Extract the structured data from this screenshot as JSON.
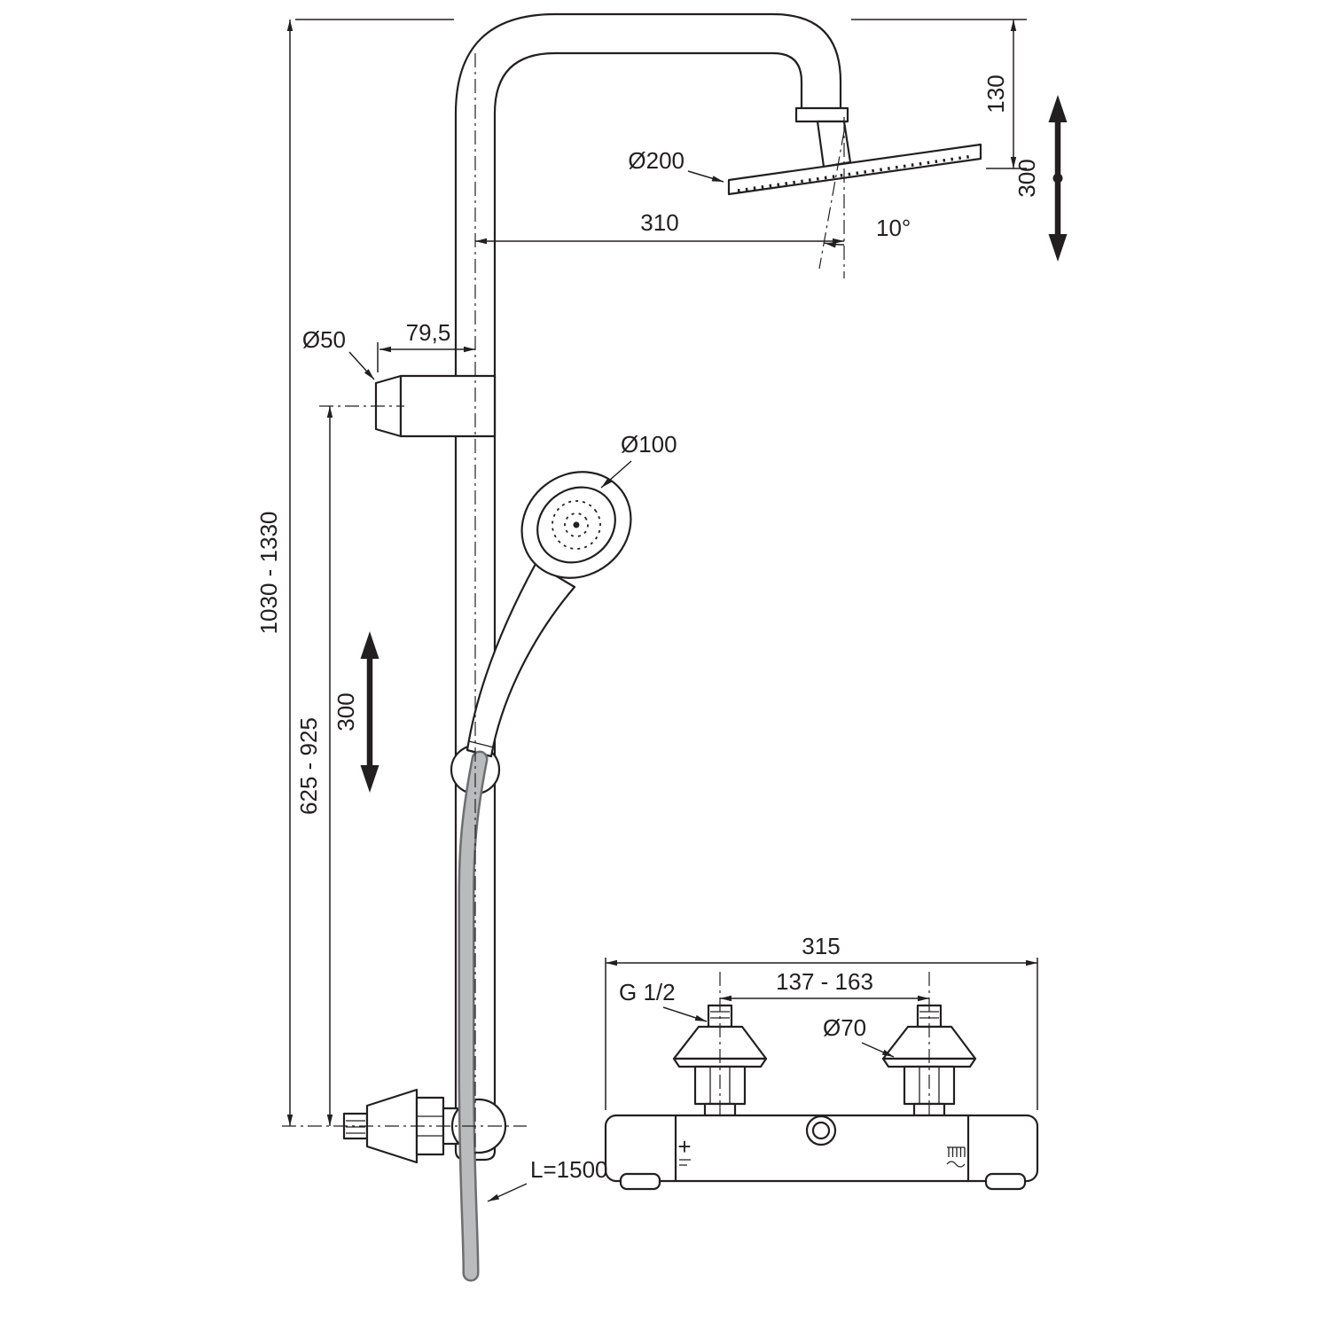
{
  "dimensions": {
    "overhead_diameter": "Ø200",
    "overhead_offset": "310",
    "overhead_tilt_angle": "10°",
    "overhead_height": "130",
    "overhead_adjustment": "300",
    "bracket_diameter": "Ø50",
    "bracket_offset": "79,5",
    "handshower_diameter": "Ø100",
    "column_height_range": "1030 - 1330",
    "slider_height_range": "625 - 925",
    "slider_travel": "300",
    "hose_length": "L=1500",
    "mixer_width": "315",
    "mixer_connection_centers": "137 - 163",
    "mixer_thread": "G 1/2",
    "mixer_rosette_diameter": "Ø70"
  },
  "symbols": {
    "plus_marker": "+"
  },
  "colors": {
    "line": "#231f20",
    "hose_outline": "#6d6e71",
    "hose_fill": "#b9bbbd",
    "background": "#ffffff"
  }
}
